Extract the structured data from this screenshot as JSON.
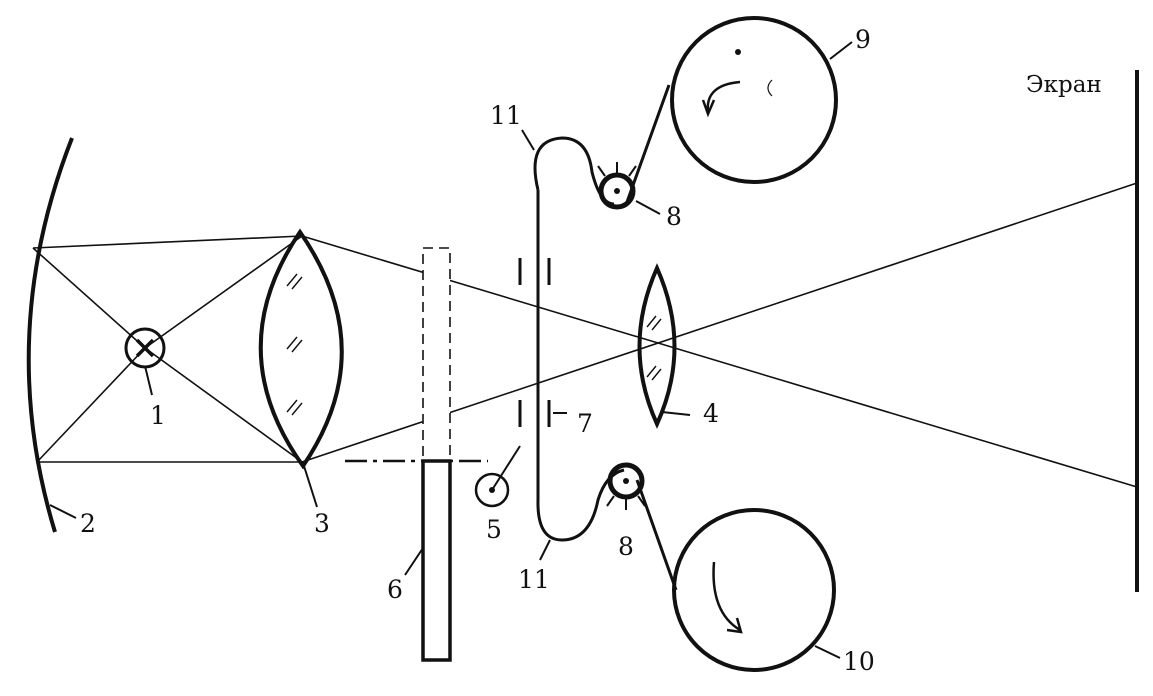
{
  "labels": {
    "lamp": "1",
    "mirror": "2",
    "condenser": "3",
    "objective": "4",
    "shutter_axis": "5",
    "shutter": "6",
    "gate": "7",
    "sprocket_top": "8",
    "sprocket_bottom": "8",
    "feed_reel": "9",
    "takeup_reel": "10",
    "loop_top": "11",
    "loop_bottom": "11",
    "screen": "Экран"
  }
}
